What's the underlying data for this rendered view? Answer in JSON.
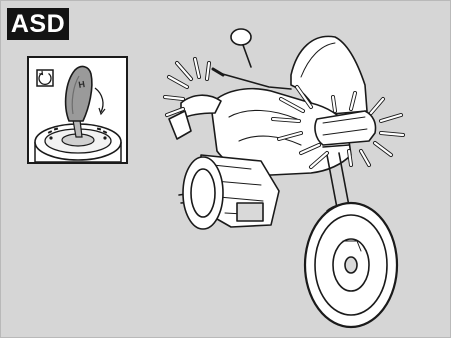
{
  "badge": {
    "label": "ASD"
  },
  "colors": {
    "background": "#d6d6d6",
    "badge_background": "#141414",
    "badge_text": "#ffffff",
    "line_art": "#1a1a1a",
    "highlight": "#ffffff"
  },
  "icons": {
    "ignition_key": "key-in-ignition-icon",
    "key_position_symbol": "circle-arrow-symbol-icon",
    "motorcycle": "motorcycle-illustration",
    "headlight_flash": "flashing-light-rays"
  }
}
